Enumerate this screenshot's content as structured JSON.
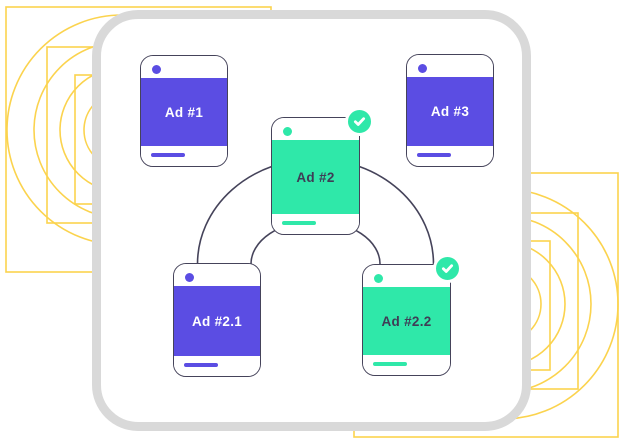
{
  "cards": [
    {
      "id": "ad-1",
      "label": "Ad #1",
      "variant": "purple",
      "checked": false
    },
    {
      "id": "ad-2",
      "label": "Ad #2",
      "variant": "green",
      "checked": true
    },
    {
      "id": "ad-3",
      "label": "Ad #3",
      "variant": "purple",
      "checked": false
    },
    {
      "id": "ad-2-1",
      "label": "Ad #2.1",
      "variant": "purple",
      "checked": false
    },
    {
      "id": "ad-2-2",
      "label": "Ad #2.2",
      "variant": "green",
      "checked": true
    }
  ],
  "icons": {
    "check": "✓",
    "status_dot": "•"
  },
  "colors": {
    "purple": "#5B4DE3",
    "green": "#2FE8A9",
    "badge_green": "#2FE8A9",
    "outline": "#45435A",
    "arc": "#45435A",
    "text_dark": "#3F3D56",
    "text_light": "#FFFFFF",
    "panel_border": "#D9D9D9",
    "yellow": "#FBD34E"
  }
}
